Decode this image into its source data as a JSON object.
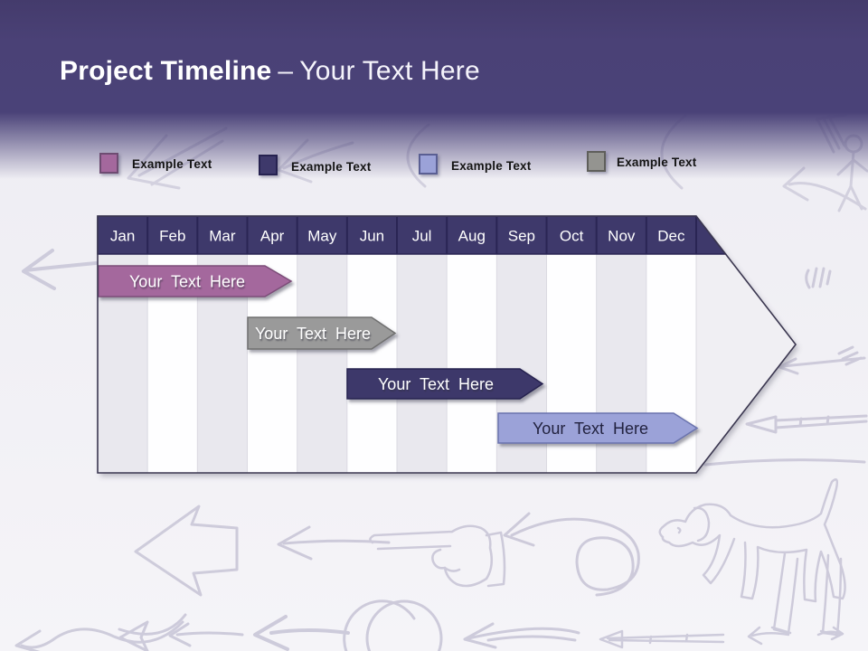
{
  "slide_title": {
    "bold": "Project Timeline",
    "separator": "–",
    "regular": "Your Text Here"
  },
  "legend": {
    "items": [
      {
        "label": "Example Text",
        "color": "#A4689D",
        "border_color": "#6E4C72"
      },
      {
        "label": "Example Text",
        "color": "#3E396B",
        "border_color": "#262250"
      },
      {
        "label": "Example Text",
        "color": "#9BA2D8",
        "border_color": "#5A5F93"
      },
      {
        "label": "Example Text",
        "color": "#949490",
        "border_color": "#5F5F5B"
      }
    ]
  },
  "chart_data": {
    "type": "timeline",
    "title": "Project Timeline",
    "months": [
      "Jan",
      "Feb",
      "Mar",
      "Apr",
      "May",
      "Jun",
      "Jul",
      "Aug",
      "Sep",
      "Oct",
      "Nov",
      "Dec"
    ],
    "header_fill": "#3E396B",
    "header_text_color": "#FFFFFF",
    "stripe_colors": [
      "#E9E8EE",
      "#FEFEFF"
    ],
    "bars": [
      {
        "label": "Your Text Here",
        "start_month": "Jan",
        "end_month": "Apr",
        "color": "#A4689D",
        "border_color": "#7C4E79",
        "text_color": "#FFFFFF"
      },
      {
        "label": "Your Text Here",
        "start_month": "Apr",
        "end_month": "Jun",
        "color": "#9A9A9A",
        "border_color": "#6F6F6F",
        "text_color": "#FFFFFF"
      },
      {
        "label": "Your Text Here",
        "start_month": "Jun",
        "end_month": "Sep",
        "color": "#3E396B",
        "border_color": "#272350",
        "text_color": "#FFFFFF"
      },
      {
        "label": "Your Text Here",
        "start_month": "Sep",
        "end_month": "Dec",
        "color": "#9BA2D8",
        "border_color": "#6B73AE",
        "text_color": "#23233F"
      }
    ]
  }
}
